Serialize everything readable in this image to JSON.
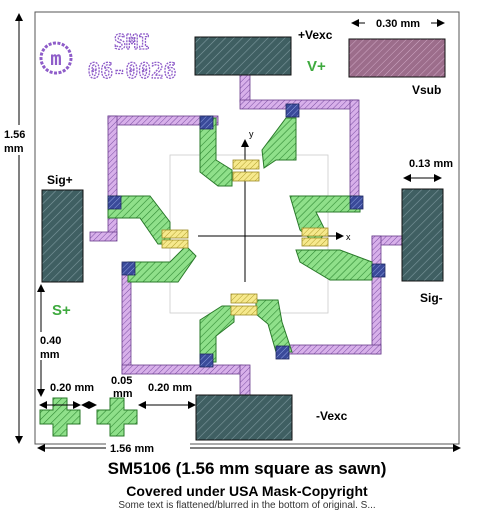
{
  "colors": {
    "pad_fill": "#3f5f62",
    "pad_stroke": "#1a1a1a",
    "vsub_fill": "#a06f8c",
    "metal": "#d4a6e6",
    "metal_edge": "#6a3c8c",
    "piezo": "#6fd36c",
    "piezo_edge": "#2a7a2a",
    "contact": "#2f3a8c",
    "gauge": "#f3e27a",
    "logo": "#8e5cc9",
    "green_text": "#3faa3f",
    "dim": "#000000"
  },
  "logo": {
    "mark": "m",
    "line1": "SMI",
    "line2": "06-0026"
  },
  "labels": {
    "vexc_plus": "+Vexc",
    "v_plus": "V+",
    "vsub": "Vsub",
    "sig_plus": "Sig+",
    "s_plus": "S+",
    "sig_minus": "Sig-",
    "vexc_minus": "-Vexc",
    "axis_y": "y",
    "axis_x": "x"
  },
  "dimensions": {
    "top_width": "0.30 mm",
    "side_height_value": "1.56",
    "side_height_unit": "mm",
    "sig_width": "0.13 mm",
    "pad_gap_value": "0.40",
    "pad_gap_unit": "mm",
    "cross_width": "0.20 mm",
    "cross_gap": "0.05",
    "cross_gap_unit": "mm",
    "cross_to_pad": "0.20 mm",
    "bottom_width": "1.56 mm"
  },
  "caption": {
    "title": "SM5106 (1.56 mm square as sawn)",
    "subtitle": "Covered under USA Mask-Copyright",
    "extra": "Some text is flattened/blurred in the bottom of original. S..."
  }
}
